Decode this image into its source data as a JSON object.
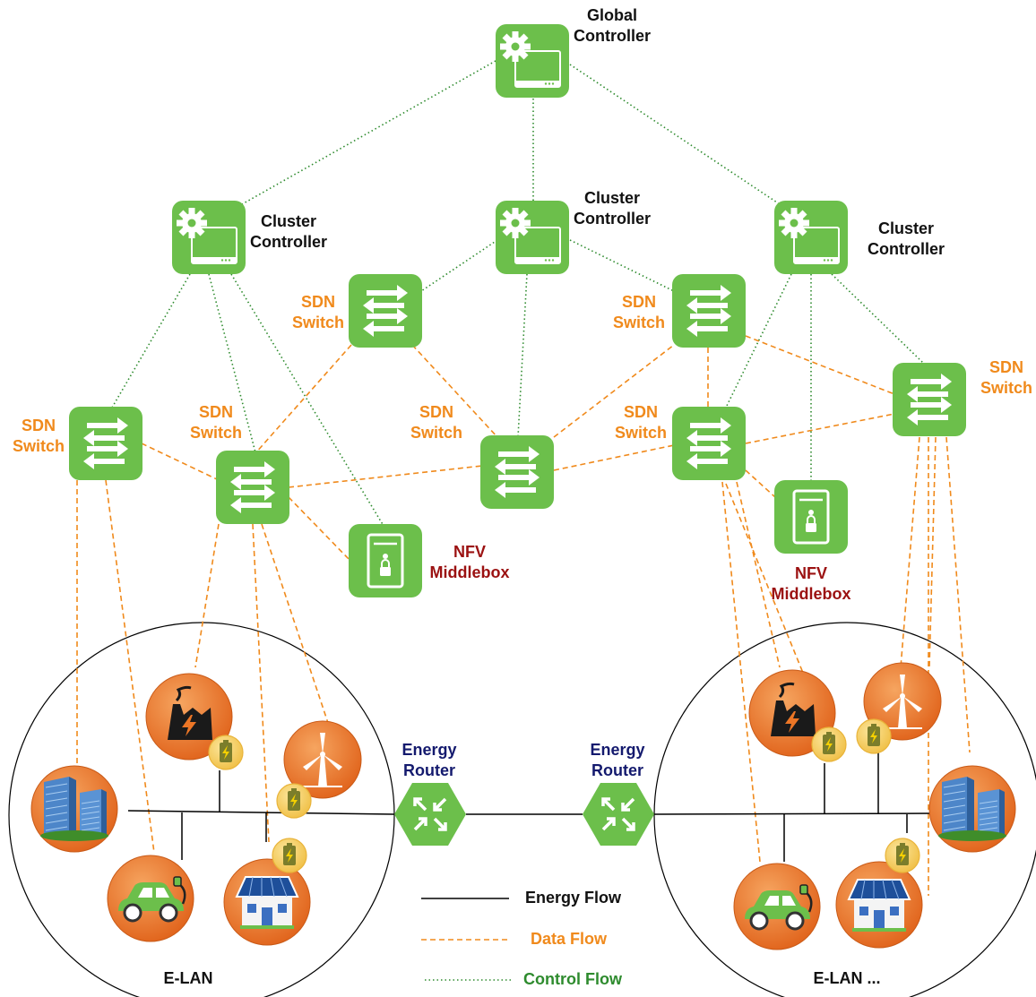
{
  "colors": {
    "node_green": "#6cbf4b",
    "node_orange": "#ec7626",
    "data_flow": "#f08a1c",
    "control_flow": "#2e8b2e",
    "energy_flow": "#000000",
    "sdn_label": "#f08a1c",
    "nfv_label": "#9b1111",
    "router_label": "#141a6e",
    "battery_badge": "#f6cf63"
  },
  "controllers": [
    {
      "id": "global",
      "icon": "gear-monitor-icon",
      "line1": "Global",
      "line2": "Controller"
    },
    {
      "id": "cluster-left",
      "icon": "gear-monitor-icon",
      "line1": "Cluster",
      "line2": "Controller"
    },
    {
      "id": "cluster-center",
      "icon": "gear-monitor-icon",
      "line1": "Cluster",
      "line2": "Controller"
    },
    {
      "id": "cluster-right",
      "icon": "gear-monitor-icon",
      "line1": "Cluster",
      "line2": "Controller"
    }
  ],
  "switches": [
    {
      "id": "sw-a",
      "line1": "SDN",
      "line2": "Switch"
    },
    {
      "id": "sw-b",
      "line1": "SDN",
      "line2": "Switch"
    },
    {
      "id": "sw-c",
      "line1": "SDN",
      "line2": "Switch"
    },
    {
      "id": "sw-d",
      "line1": "SDN",
      "line2": "Switch"
    },
    {
      "id": "sw-e",
      "line1": "SDN",
      "line2": "Switch"
    },
    {
      "id": "sw-f",
      "line1": "SDN",
      "line2": "Switch"
    },
    {
      "id": "sw-g",
      "line1": "SDN",
      "line2": "Switch"
    }
  ],
  "middleboxes": [
    {
      "id": "nfv-left",
      "line1": "NFV",
      "line2": "Middlebox"
    },
    {
      "id": "nfv-right",
      "line1": "NFV",
      "line2": "Middlebox"
    }
  ],
  "energy_routers": [
    {
      "id": "er-left",
      "line1": "Energy",
      "line2": "Router"
    },
    {
      "id": "er-right",
      "line1": "Energy",
      "line2": "Router"
    }
  ],
  "elans": [
    {
      "id": "elan-left",
      "label": "E-LAN",
      "devices": [
        "power-plant-icon",
        "wind-turbine-icon",
        "office-building-icon",
        "electric-car-icon",
        "solar-house-icon"
      ]
    },
    {
      "id": "elan-right",
      "label": "E-LAN ...",
      "devices": [
        "power-plant-icon",
        "wind-turbine-icon",
        "office-building-icon",
        "electric-car-icon",
        "solar-house-icon"
      ]
    }
  ],
  "legend": {
    "energy": "Energy Flow",
    "data": "Data Flow",
    "control": "Control Flow"
  }
}
